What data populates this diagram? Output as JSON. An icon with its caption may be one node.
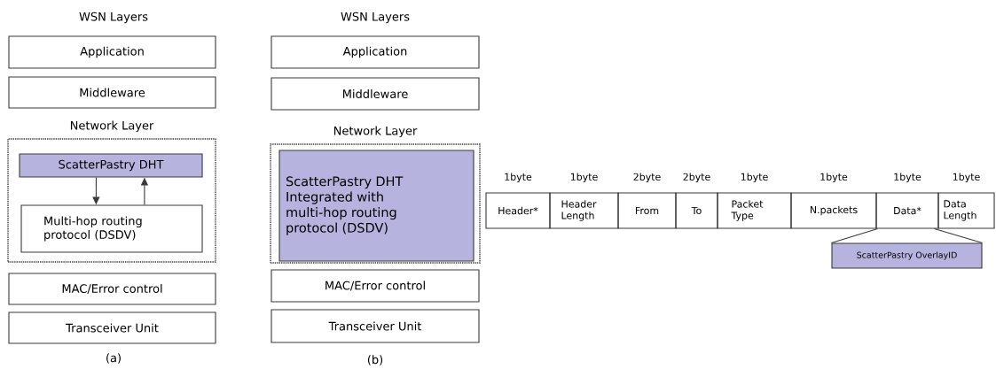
{
  "diagram": {
    "nodes": [
      {
        "text": [
          "Application"
        ]
      },
      {
        "text": [
          "Middleware"
        ]
      },
      {
        "text": [
          "Network Layer"
        ]
      },
      {
        "text": [
          "ScatterPastry DHT"
        ],
        "in": 2
      },
      {
        "text": [
          "Multi-hop routing protocol (DSDV)"
        ],
        "in": 2
      },
      {
        "text": [
          "MAC/Error control"
        ]
      },
      {
        "text": [
          "Transceiver Unit"
        ]
      },
      {
        "text": [
          "Application"
        ]
      },
      {
        "text": [
          "Middleware"
        ]
      },
      {
        "text": [
          "Network Layer"
        ]
      },
      {
        "text": [
          "ScatterPastry DHT Integrated with multi-hop routing protocol (DSDV)"
        ],
        "in": 9
      },
      {
        "text": [
          "MAC/Error control"
        ]
      },
      {
        "text": [
          "Transceiver Unit"
        ]
      },
      {
        "text": [
          "Header*"
        ],
        "beside": [
          "1byte"
        ]
      },
      {
        "text": [
          "Header Length"
        ],
        "beside": [
          "1byte"
        ]
      },
      {
        "text": [
          "From"
        ],
        "beside": [
          "2byte"
        ]
      },
      {
        "text": [
          "To"
        ],
        "beside": [
          "2byte"
        ]
      },
      {
        "text": [
          "Packet Type"
        ],
        "beside": [
          "1byte"
        ]
      },
      {
        "text": [
          "N.packets"
        ],
        "beside": [
          "1byte"
        ]
      },
      {
        "text": [
          "Data*"
        ],
        "beside": [
          "1byte"
        ]
      },
      {
        "text": [
          "Data Length"
        ],
        "beside": [
          "1byte"
        ]
      },
      {
        "text": [
          "ScatterPastry OverlayID"
        ]
      }
    ],
    "edges": [
      {
        "from": 3,
        "to": 4,
        "arrow": "to"
      },
      {
        "from": 4,
        "to": 3,
        "arrow": "to"
      },
      {
        "from": 19,
        "to": 21,
        "arrow": "none"
      }
    ],
    "labels": [
      "WSN Layers",
      "WSN Layers",
      "(a)",
      "(b)"
    ]
  }
}
